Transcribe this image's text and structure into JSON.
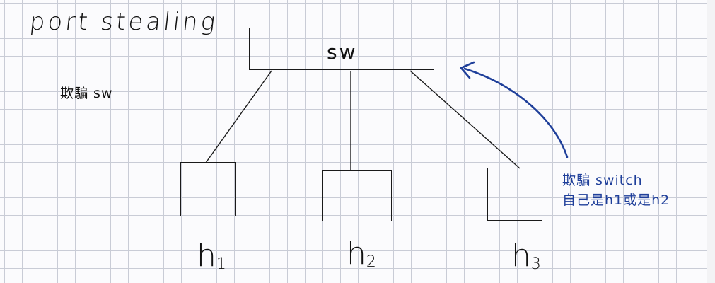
{
  "title": "port stealing",
  "note_left": "欺騙 sw",
  "switch": {
    "label": "sw"
  },
  "hosts": [
    {
      "base": "h",
      "sub": "1"
    },
    {
      "base": "h",
      "sub": "2"
    },
    {
      "base": "h",
      "sub": "3"
    }
  ],
  "annotation": {
    "line1": "欺騙 switch",
    "line2": "自己是h1或是h2"
  },
  "colors": {
    "ink": "#1a1a1a",
    "annotation_ink": "#1f3f9a",
    "grid": "#c9ccd6",
    "paper": "#fbfbfd"
  }
}
